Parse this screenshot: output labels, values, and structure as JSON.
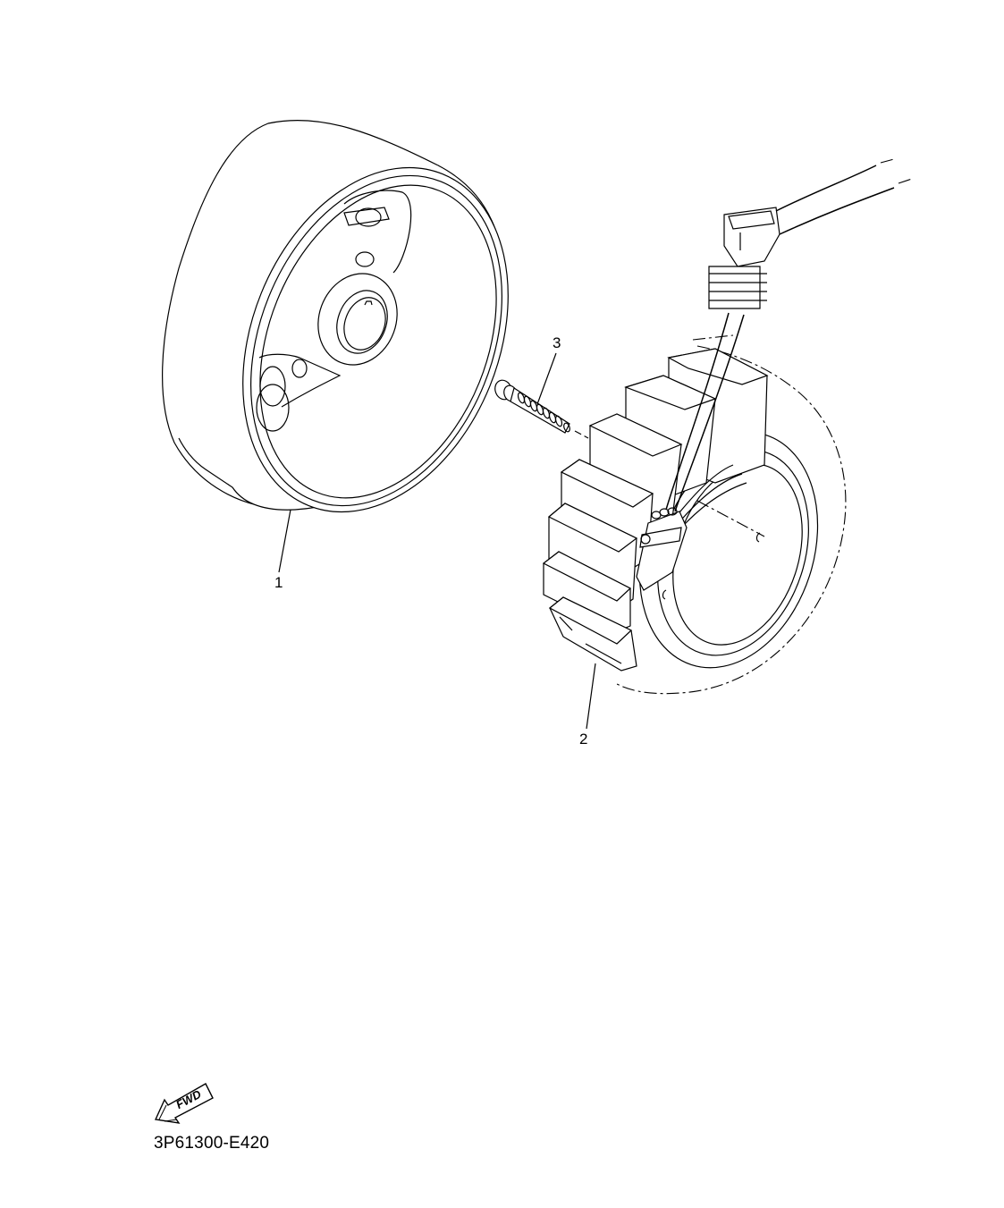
{
  "diagram": {
    "type": "exploded-parts-diagram",
    "parts": [
      {
        "ref": "1",
        "label": "1",
        "name": "rotor (flywheel)"
      },
      {
        "ref": "2",
        "label": "2",
        "name": "stator assembly"
      },
      {
        "ref": "3",
        "label": "3",
        "name": "bolt"
      }
    ],
    "fwd_label": "FWD",
    "diagram_code": "3P61300-E420",
    "colors": {
      "line": "#000000",
      "background": "#ffffff"
    }
  }
}
